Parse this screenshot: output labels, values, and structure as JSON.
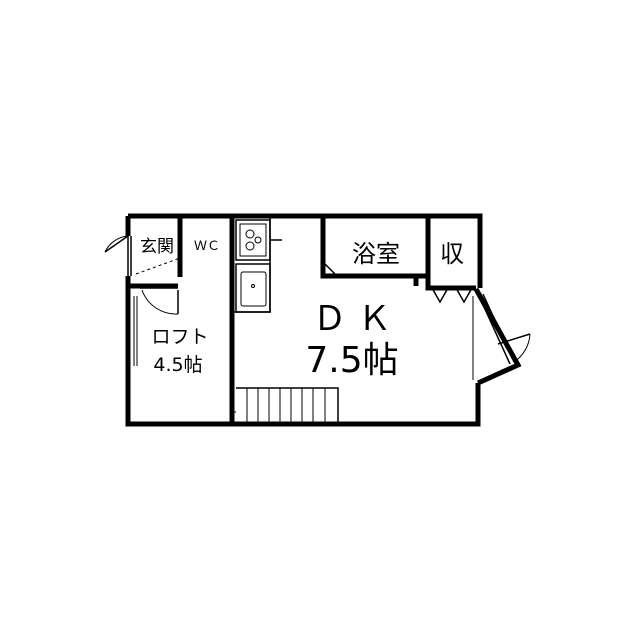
{
  "rooms": {
    "entrance": "玄関",
    "wc": "ＷＣ",
    "bath": "浴室",
    "storage": "収",
    "loft_name": "ロフト",
    "loft_size": "4.5帖",
    "dk_name": "Ｄ Ｋ",
    "dk_size": "7.5帖"
  },
  "icons": {
    "stove": "stove-icon",
    "sink": "sink-icon",
    "stairs": "stairs-icon",
    "door": "door-swing-icon",
    "window": "window-icon"
  },
  "colors": {
    "line": "#000000",
    "background": "#ffffff"
  }
}
